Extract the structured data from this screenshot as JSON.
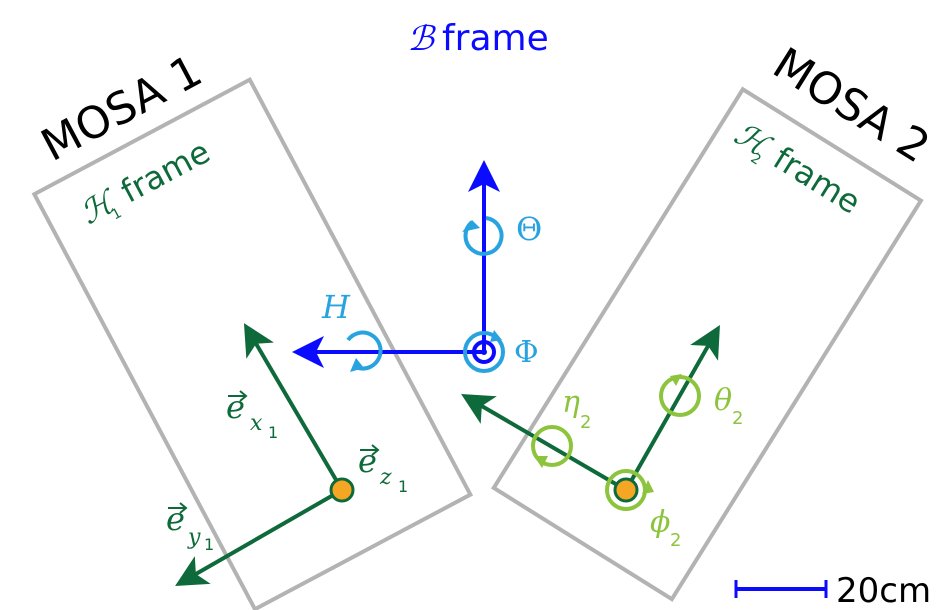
{
  "title": {
    "symbol": "ℬ",
    "text": "frame",
    "color": "#0b0bff"
  },
  "mosa1": {
    "label": "MOSA 1",
    "frame_symbol": "ℋ",
    "frame_sub": "1",
    "frame_text": "frame",
    "color": "#0e6a3a"
  },
  "mosa2": {
    "label": "MOSA 2",
    "frame_symbol": "ℋ",
    "frame_sub": "2",
    "frame_text": "frame",
    "color": "#0e6a3a"
  },
  "body_frame": {
    "rotation_labels": {
      "theta": "Θ",
      "phi": "Φ",
      "h": "H"
    },
    "axis_color": "#0b0bff",
    "rotation_color": "#29a3e0"
  },
  "mosa1_axes": {
    "ex": {
      "base": "e",
      "sub_letter": "x",
      "sub_num": "1"
    },
    "ey": {
      "base": "e",
      "sub_letter": "y",
      "sub_num": "1"
    },
    "ez": {
      "base": "e",
      "sub_letter": "z",
      "sub_num": "1"
    }
  },
  "mosa2_rotations": {
    "eta": {
      "symbol": "η",
      "sub": "2"
    },
    "theta": {
      "symbol": "θ",
      "sub": "2"
    },
    "phi": {
      "symbol": "ϕ",
      "sub": "2"
    },
    "color": "#8cc43d"
  },
  "scale_bar": {
    "label": "20cm",
    "color": "#0b0bff"
  },
  "origin_color": "#f5a623",
  "box_color": "#b3b3b3"
}
